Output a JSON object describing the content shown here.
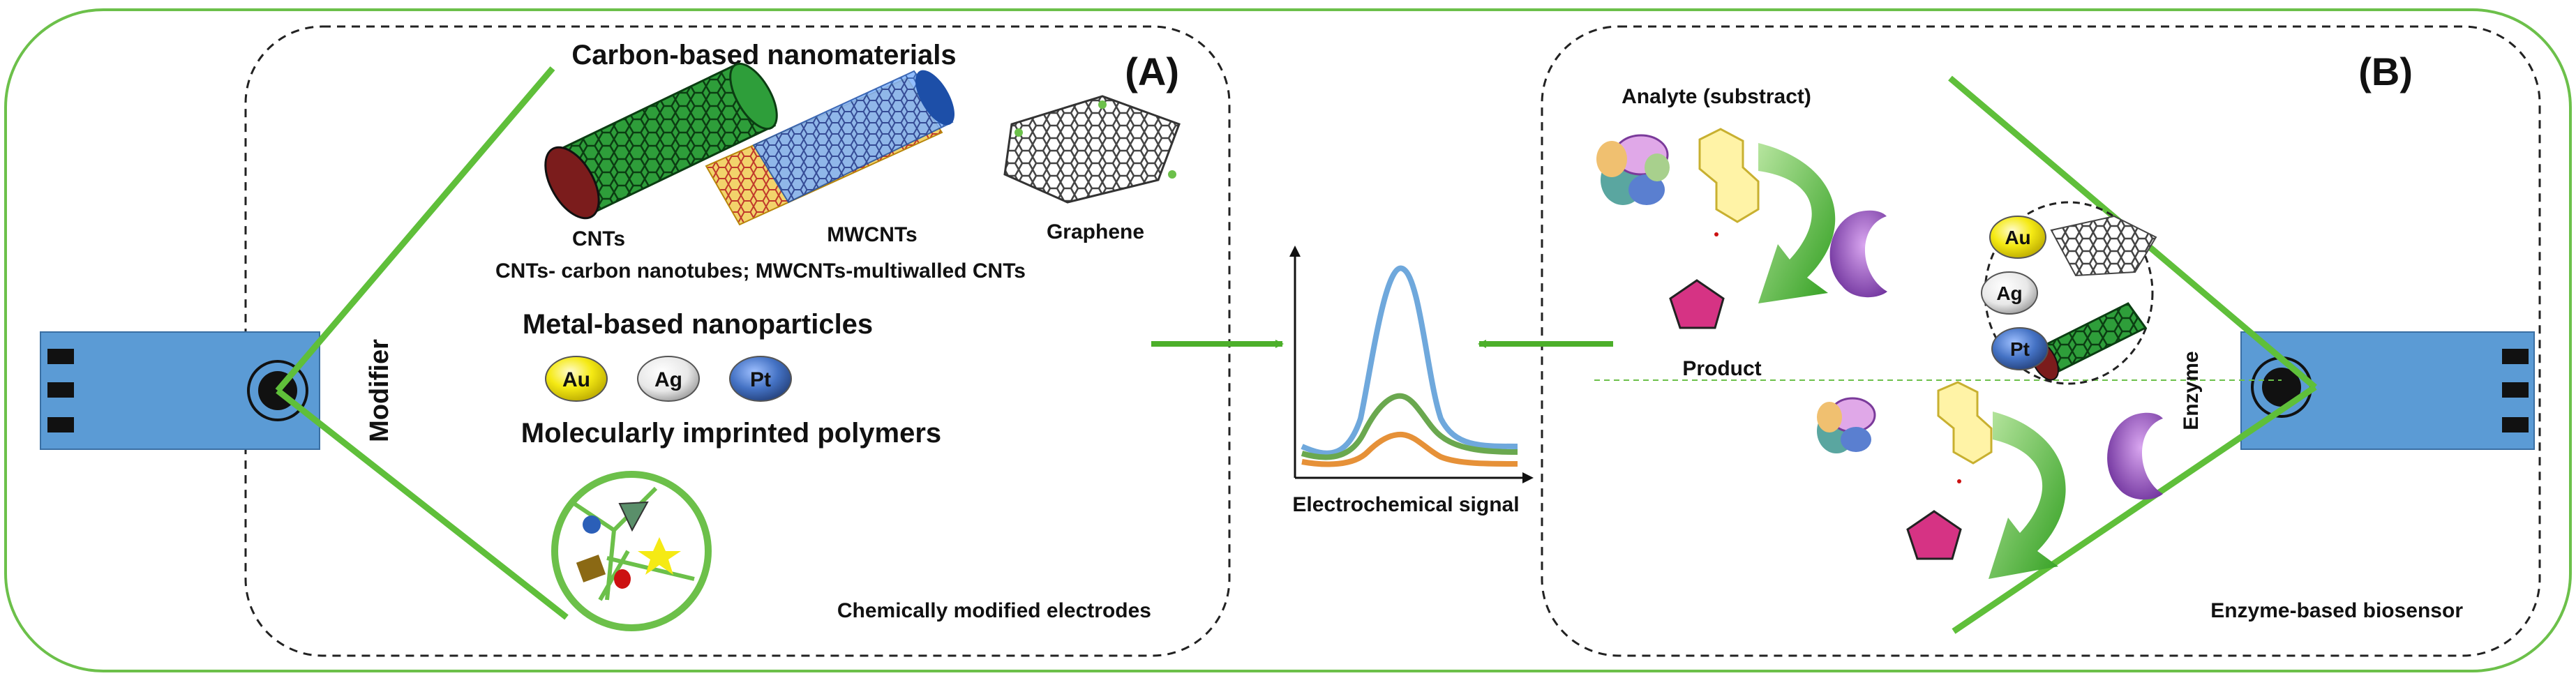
{
  "panel_a": {
    "label": "(A)",
    "heading_carbon": "Carbon-based nanomaterials",
    "cnt_label": "CNTs",
    "mwcnt_label": "MWCNTs",
    "graphene_label": "Graphene",
    "cnt_footnote": "CNTs- carbon nanotubes; MWCNTs-multiwalled CNTs",
    "heading_metal": "Metal-based nanoparticles",
    "metals": [
      "Au",
      "Ag",
      "Pt"
    ],
    "heading_mip": "Molecularly imprinted polymers",
    "modifier_label": "Modifier",
    "caption": "Chemically modified electrodes"
  },
  "center": {
    "signal_label": "Electrochemical signal"
  },
  "panel_b": {
    "label": "(B)",
    "analyte_label": "Analyte (substract)",
    "product_label": "Product",
    "enzyme_label": "Enzyme",
    "metals": [
      "Au",
      "Ag",
      "Pt"
    ],
    "caption": "Enzyme-based biosensor"
  },
  "colors": {
    "frame_green": "#6cc04a",
    "arrow_green": "#4caf2a",
    "electrode_blue": "#5b9bd5",
    "gold": "#f5ea14",
    "silver": "#eeeeee",
    "platinum": "#4472c4",
    "curve_blue": "#6fa8dc",
    "curve_green": "#6aa84f",
    "curve_orange": "#e69138",
    "product_pink": "#d63384",
    "enzyme_purple": "#8e44ad"
  }
}
